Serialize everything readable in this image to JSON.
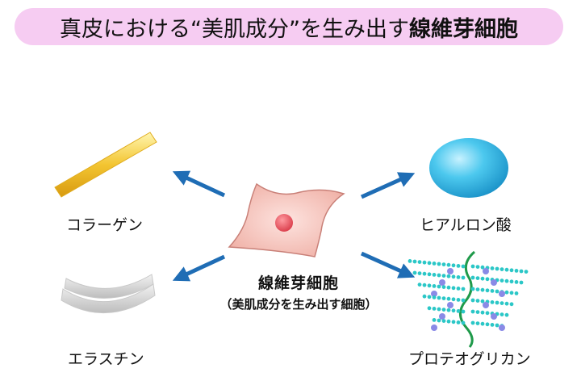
{
  "title": {
    "main": "真皮における“美肌成分”を生み出す",
    "bold": "線維芽細胞"
  },
  "center": {
    "name": "線維芽細胞",
    "subtitle": "（美肌成分を生み出す細胞）"
  },
  "outputs": {
    "collagen": "コラーゲン",
    "elastin": "エラスチン",
    "hyaluronic_acid": "ヒアルロン酸",
    "proteoglycan": "プロテオグリカン"
  },
  "colors": {
    "title_bg": "#f6ccf2",
    "arrow": "#1f6db5",
    "cell_fill": "#f6c9c3",
    "cell_stroke": "#c98078",
    "nucleus": "#e0505a",
    "collagen": "#f3c531",
    "elastin": "#d9d9d9",
    "hyaluronic": "#3fbfe6",
    "proteoglycan_core": "#1f9a4a",
    "proteoglycan_chain": "#2bc7c7",
    "proteoglycan_dot": "#8a8ae6"
  }
}
